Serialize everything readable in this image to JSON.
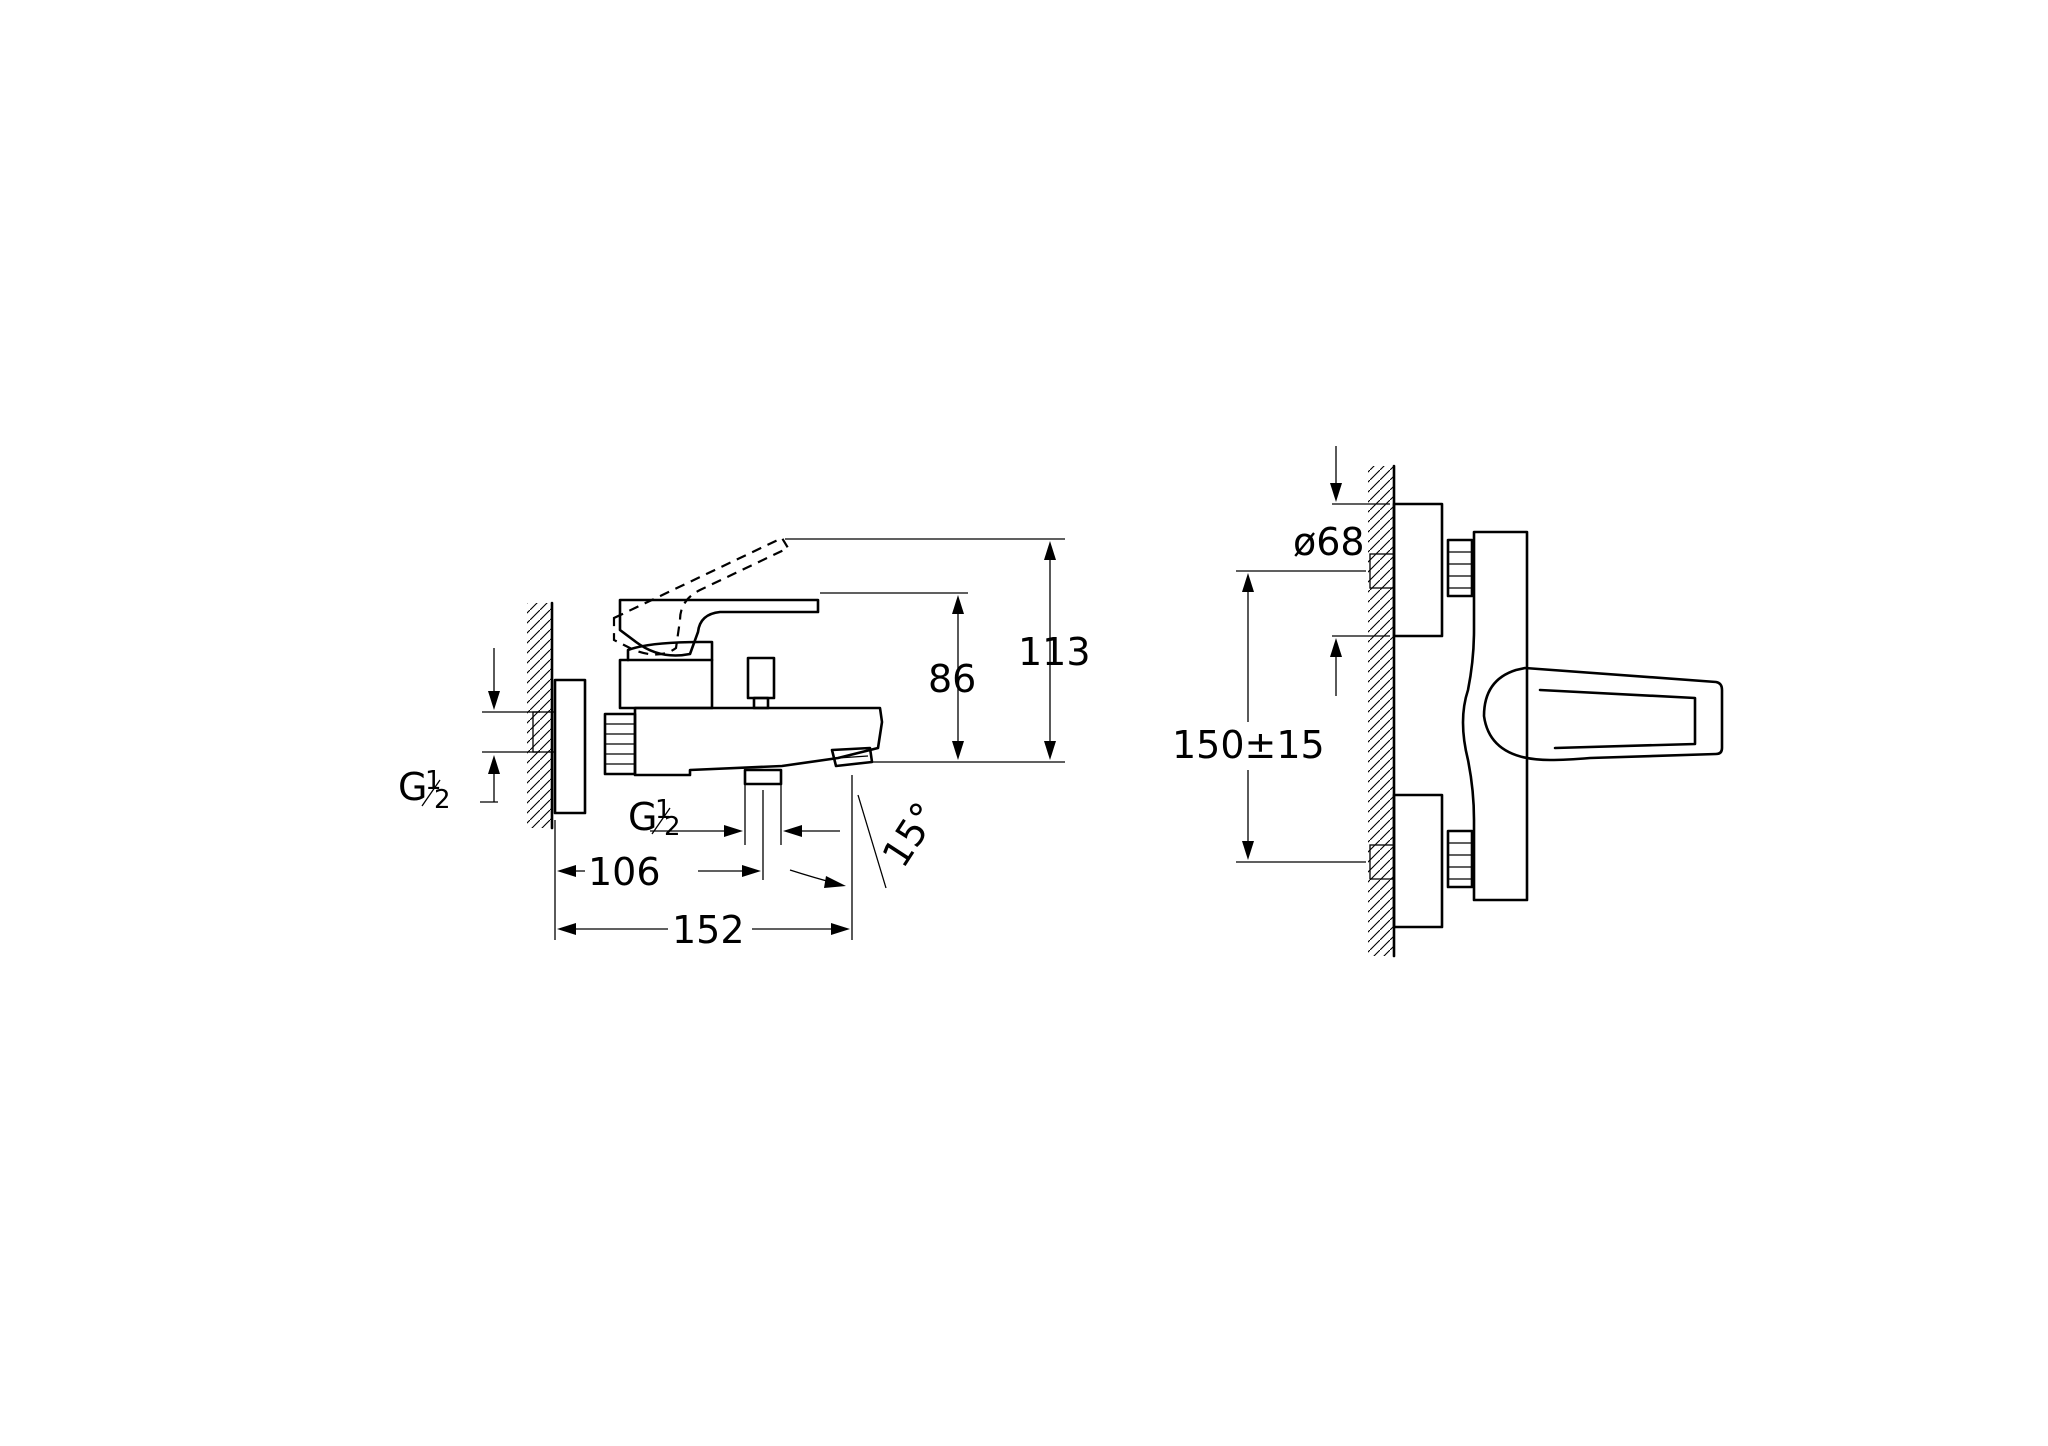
{
  "side_view": {
    "height_total": "113",
    "height_spout": "86",
    "width_total": "152",
    "width_inlet": "106",
    "angle": "15°",
    "thread_wall": {
      "g": "G",
      "num": "1",
      "den": "2"
    },
    "thread_outlet": {
      "g": "G",
      "num": "1",
      "den": "2"
    }
  },
  "front_view": {
    "diameter": "ø68",
    "centers": "150±15"
  }
}
